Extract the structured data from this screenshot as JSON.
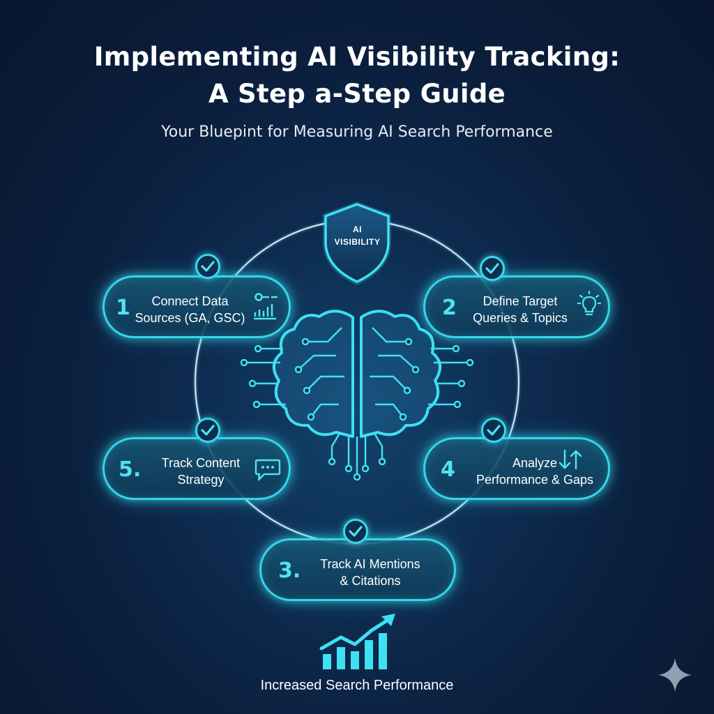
{
  "header": {
    "title_line1": "Implementing AI Visibility Tracking:",
    "title_line2": "A Step a-Step Guide",
    "subtitle": "Your Bluepint for Measuring AI Search Performance"
  },
  "center": {
    "badge_line1": "AI",
    "badge_line2": "VISIBILITY",
    "badge_icon": "shield-icon",
    "core_icon": "circuit-brain-icon"
  },
  "steps": [
    {
      "number": "1",
      "line1": "Connect Data",
      "line2": "Sources (GA, GSC)",
      "icon": "data-source-chart-icon",
      "completed": true
    },
    {
      "number": "2",
      "line1": "Define Target",
      "line2": "Queries & Topics",
      "icon": "lightbulb-icon",
      "completed": true
    },
    {
      "number": "3.",
      "line1": "Track AI Mentions",
      "line2": "& Citations",
      "icon": "none",
      "completed": true
    },
    {
      "number": "4",
      "line1": "Analyze",
      "line2": "Performance & Gaps",
      "icon": "up-down-arrows-icon",
      "completed": true
    },
    {
      "number": "5.",
      "line1": "Track Content",
      "line2": "Strategy",
      "icon": "chat-bubble-icon",
      "completed": true
    }
  ],
  "footer": {
    "result_label": "Increased Search Performance",
    "result_icon": "growth-bar-chart-icon",
    "corner_icon": "sparkle-icon"
  },
  "colors": {
    "background": "#0b1f3d",
    "accent": "#34d6ea",
    "text": "#ffffff"
  }
}
